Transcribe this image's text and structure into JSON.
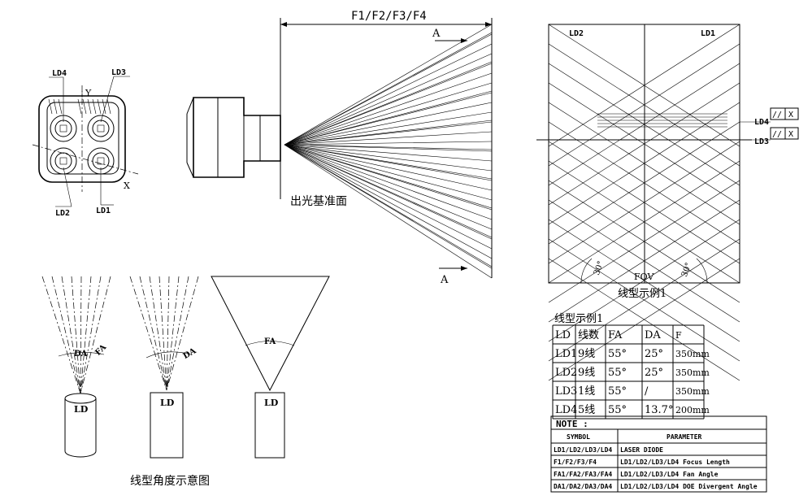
{
  "lens_view": {
    "ld4": "LD4",
    "ld3": "LD3",
    "ld2": "LD2",
    "ld1": "LD1",
    "axis_y": "Y",
    "axis_x": "X"
  },
  "side_view": {
    "focus_label": "F1/F2/F3/F4",
    "section_a_top": "A",
    "section_a_bottom": "A",
    "reference_plane": "出光基准面"
  },
  "line_pattern": {
    "ld2": "LD2",
    "ld1": "LD1",
    "ld4": "LD4",
    "ld3": "LD3",
    "parallel_symbol": "//",
    "x_symbol": "X",
    "angle_left": "30°",
    "angle_right": "30°",
    "fov": "FOV",
    "caption": "线型示例1"
  },
  "angle_diagrams": {
    "da_label": "DA",
    "fa_label": "FA",
    "ld_label": "LD",
    "caption": "线型角度示意图"
  },
  "spec_table": {
    "title": "线型示例1",
    "headers": [
      "LD",
      "线数",
      "FA",
      "DA",
      "F"
    ],
    "rows": [
      [
        "LD1",
        "9线",
        "55°",
        "25°",
        "350mm"
      ],
      [
        "LD2",
        "9线",
        "55°",
        "25°",
        "350mm"
      ],
      [
        "LD3",
        "1线",
        "55°",
        "/",
        "350mm"
      ],
      [
        "LD4",
        "5线",
        "55°",
        "13.7°",
        "200mm"
      ]
    ]
  },
  "note_table": {
    "title": "NOTE :",
    "headers": [
      "SYMBOL",
      "PARAMETER"
    ],
    "rows": [
      [
        "LD1/LD2/LD3/LD4",
        "LASER DIODE"
      ],
      [
        "F1/F2/F3/F4",
        "LD1/LD2/LD3/LD4 Focus Length"
      ],
      [
        "FA1/FA2/FA3/FA4",
        "LD1/LD2/LD3/LD4 Fan Angle"
      ],
      [
        "DA1/DA2/DA3/DA4",
        "LD1/LD2/LD3/LD4 DOE Divergent Angle"
      ]
    ]
  }
}
